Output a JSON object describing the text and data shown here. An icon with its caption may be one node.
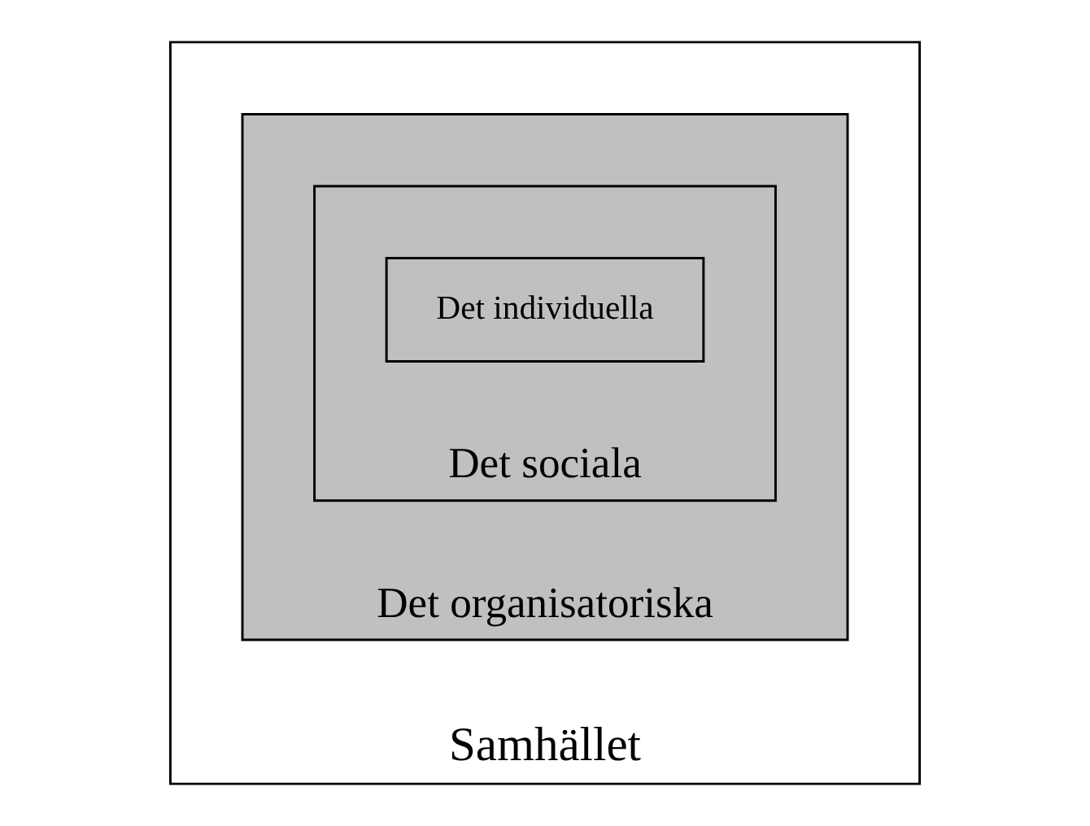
{
  "diagram": {
    "nodes": [
      {
        "text": [
          "Samhället"
        ]
      },
      {
        "text": [
          "Det organisatoriska"
        ],
        "in": 0
      },
      {
        "text": [
          "Det sociala"
        ],
        "in": 1
      },
      {
        "text": [
          "Det individuella"
        ],
        "in": 2
      }
    ]
  }
}
